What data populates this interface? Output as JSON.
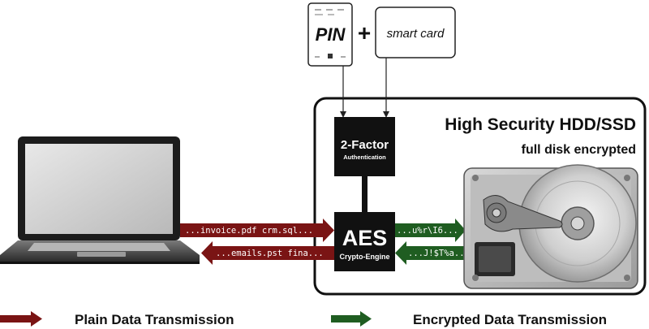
{
  "inputs": {
    "pin_label": "PIN",
    "plus": "+",
    "smart_card_label": "smart card"
  },
  "device": {
    "title": "High Security HDD/SSD",
    "subtitle": "full disk encrypted"
  },
  "auth_box": {
    "title": "2-Factor",
    "subtitle": "Authentication"
  },
  "aes_box": {
    "title": "AES",
    "subtitle": "Crypto-Engine"
  },
  "streams": {
    "plain_out": "...invoice.pdf  crm.sql...",
    "plain_in": "...emails.pst  fina...",
    "enc_out": "...u%r\\I6...",
    "enc_in": "...J!$T%a..."
  },
  "legend": {
    "plain": "Plain Data Transmission",
    "encrypted": "Encrypted Data Transmission"
  },
  "colors": {
    "plain_arrow": "#7a1414",
    "encrypted_arrow": "#1f5d21",
    "box": "#111111"
  }
}
